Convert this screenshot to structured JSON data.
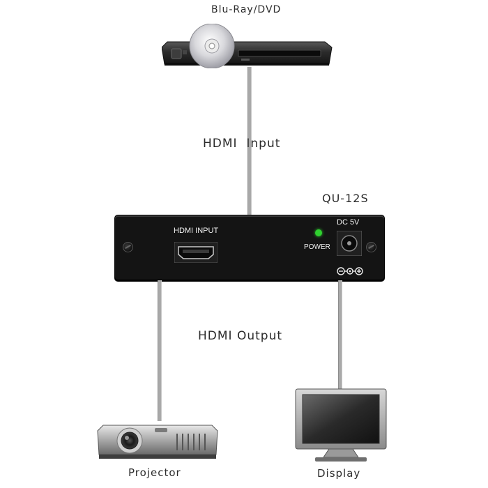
{
  "source": {
    "label": "Blu-Ray/DVD",
    "icon": "dvd-player-icon"
  },
  "connections": {
    "input_label": "HDMI  Input",
    "output_label": "HDMI Output"
  },
  "device": {
    "model": "QU-12S",
    "port_label": "HDMI INPUT",
    "power_label": "POWER",
    "dc_label": "DC 5V",
    "led_color": "#2fd12f",
    "body_color": "#141414"
  },
  "outputs": [
    {
      "label": "Projector",
      "icon": "projector-icon"
    },
    {
      "label": "Display",
      "icon": "display-monitor-icon"
    }
  ]
}
